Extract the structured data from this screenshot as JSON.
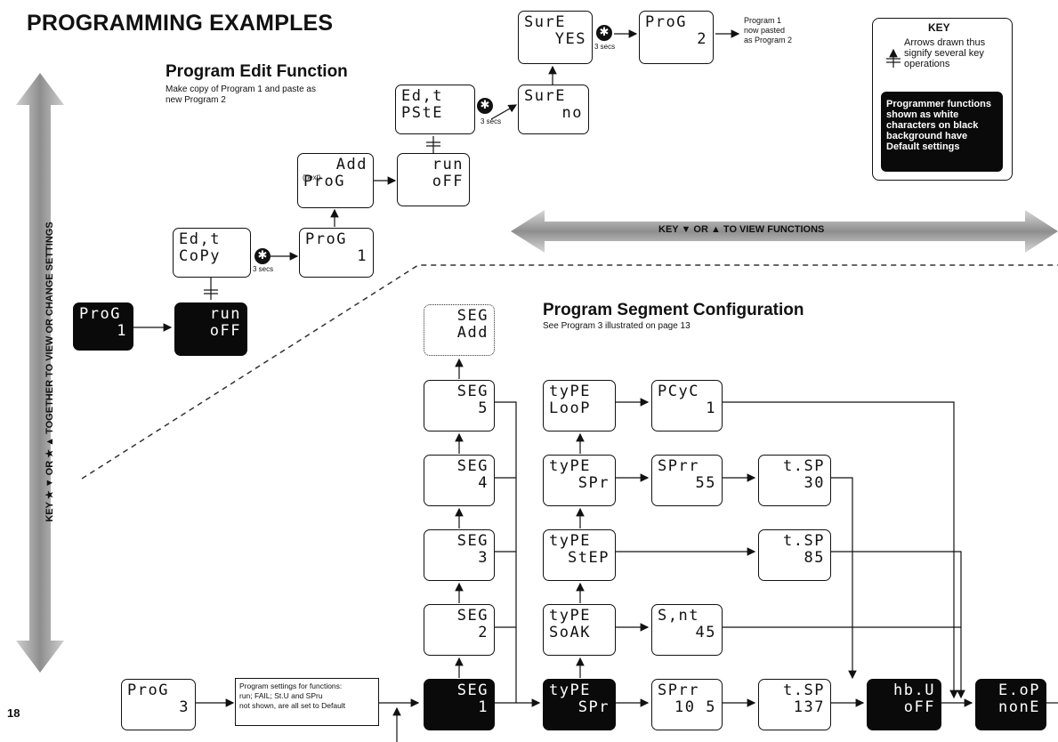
{
  "title": "PROGRAMMING EXAMPLES",
  "page_number": "18",
  "edit": {
    "title": "Program Edit Function",
    "subtitle_l1": "Make copy of Program 1 and paste as",
    "subtitle_l2": "new Program 2"
  },
  "segment": {
    "title": "Program Segment Configuration",
    "subtitle": "See Program 3 illustrated on page 13"
  },
  "key": {
    "title": "KEY",
    "arrow_desc": "Arrows drawn thus signify several key operations",
    "defaults_desc": "Programmer functions shown as white characters on black background have Default settings"
  },
  "vertical_label": "KEY ★ ▼ OR ★ ▲ TOGETHER TO VIEW OR CHANGE SETTINGS",
  "horizontal_label": "KEY ▼ OR ▲ TO VIEW FUNCTIONS",
  "secs_label": "3 secs",
  "next_label": "(next)",
  "pasted_note": {
    "l1": "Program 1",
    "l2": "now pasted",
    "l3": "as Program 2"
  },
  "info_box": {
    "l1": "Program settings for functions:",
    "l2": "run; FAIL; St.U and SPru",
    "l3": "not shown, are all set to Default"
  },
  "displays": {
    "prog1_black": {
      "l1": "ProG",
      "l2": "1"
    },
    "runoff_black": {
      "l1": "run",
      "l2": "oFF"
    },
    "edit_copy": {
      "l1": "Ed,t",
      "l2": "CoPy"
    },
    "prog1_b": {
      "l1": "ProG",
      "l2": "1"
    },
    "add_prog": {
      "l1": "Add",
      "l2": "ProG"
    },
    "runoff_b": {
      "l1": "run",
      "l2": "oFF"
    },
    "edit_pste": {
      "l1": "Ed,t",
      "l2": "PStE"
    },
    "sure_no": {
      "l1": "SurE",
      "l2": "no"
    },
    "sure_yes": {
      "l1": "SurE",
      "l2": "YES"
    },
    "prog2": {
      "l1": "ProG",
      "l2": "2"
    },
    "seg_add": {
      "l1": "SEG",
      "l2": "Add"
    },
    "seg5": {
      "l1": "SEG",
      "l2": "5"
    },
    "seg4": {
      "l1": "SEG",
      "l2": "4"
    },
    "seg3": {
      "l1": "SEG",
      "l2": "3"
    },
    "seg2": {
      "l1": "SEG",
      "l2": "2"
    },
    "seg1": {
      "l1": "SEG",
      "l2": "1"
    },
    "type_loop": {
      "l1": "tyPE",
      "l2": "LooP"
    },
    "type_spr_a": {
      "l1": "tyPE",
      "l2": "SPr"
    },
    "type_step": {
      "l1": "tyPE",
      "l2": "StEP"
    },
    "type_soak": {
      "l1": "tyPE",
      "l2": "SoAK"
    },
    "type_spr_black": {
      "l1": "tyPE",
      "l2": "SPr"
    },
    "pcyc": {
      "l1": "PCyC",
      "l2": "1"
    },
    "sprr55": {
      "l1": "SPrr",
      "l2": "55"
    },
    "sint45": {
      "l1": "S,nt",
      "l2": "45"
    },
    "sprr105": {
      "l1": "SPrr",
      "l2": "10 5"
    },
    "tsp30": {
      "l1": "t.SP",
      "l2": "30"
    },
    "tsp85": {
      "l1": "t.SP",
      "l2": "85"
    },
    "tsp137": {
      "l1": "t.SP",
      "l2": "137"
    },
    "prog3": {
      "l1": "ProG",
      "l2": "3"
    },
    "hbu_off": {
      "l1": "hb.U",
      "l2": "oFF"
    },
    "eop_none": {
      "l1": "E.oP",
      "l2": "nonE"
    }
  },
  "colors": {
    "black_box": "#0a0a0a",
    "arrow_gray": "#9a9a9a"
  }
}
